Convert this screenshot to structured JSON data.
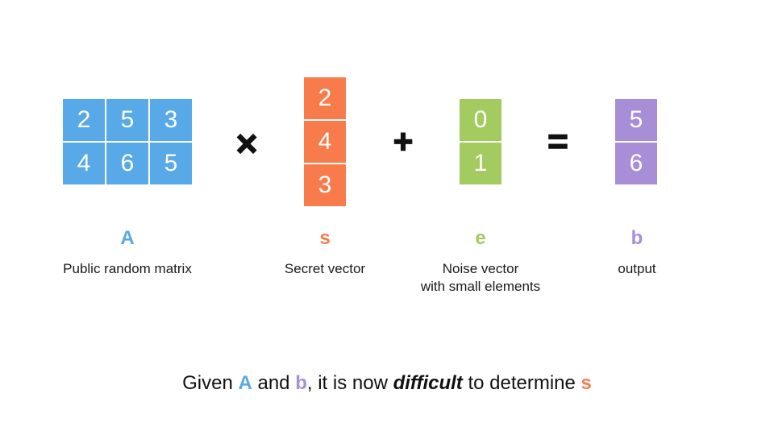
{
  "slide": {
    "terms": {
      "A": {
        "label": "A",
        "description": "Public random matrix",
        "color": "#58A9E7",
        "cells": [
          [
            "2",
            "5",
            "3"
          ],
          [
            "4",
            "6",
            "5"
          ]
        ]
      },
      "s": {
        "label": "s",
        "description": "Secret vector",
        "color": "#F87B4C",
        "cells": [
          "2",
          "4",
          "3"
        ]
      },
      "e": {
        "label": "e",
        "description_line1": "Noise vector",
        "description_line2": "with small elements",
        "color": "#A3CB5F",
        "cells": [
          "0",
          "1"
        ]
      },
      "b": {
        "label": "b",
        "description": "output",
        "color": "#A88ED6",
        "cells": [
          "5",
          "6"
        ]
      }
    },
    "operators": {
      "multiply": "×",
      "plus": "+",
      "equals": "="
    },
    "caption": {
      "parts": [
        {
          "text": "Given "
        },
        {
          "text": "A"
        },
        {
          "text": " and "
        },
        {
          "text": "b"
        },
        {
          "text": ", it is now "
        },
        {
          "text": "difficult"
        },
        {
          "text": " to determine "
        },
        {
          "text": "s"
        }
      ]
    }
  }
}
